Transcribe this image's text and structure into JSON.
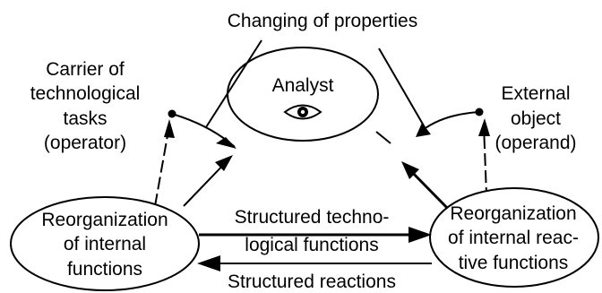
{
  "title": "Changing of properties",
  "analyst": {
    "label": "Analyst",
    "icon": "eye-icon"
  },
  "carrier": {
    "lines": [
      "Carrier of",
      "technological",
      "tasks",
      "(operator)"
    ]
  },
  "external": {
    "lines": [
      "External",
      "object",
      "(operand)"
    ]
  },
  "left_node": {
    "lines": [
      "Reorganization",
      "of internal",
      "functions"
    ]
  },
  "right_node": {
    "lines": [
      "Reorganization",
      "of internal reac-",
      "tive functions"
    ]
  },
  "flow_top": {
    "lines": [
      "Structured techno-",
      "logical functions"
    ]
  },
  "flow_bottom": {
    "label": "Structured reactions"
  }
}
